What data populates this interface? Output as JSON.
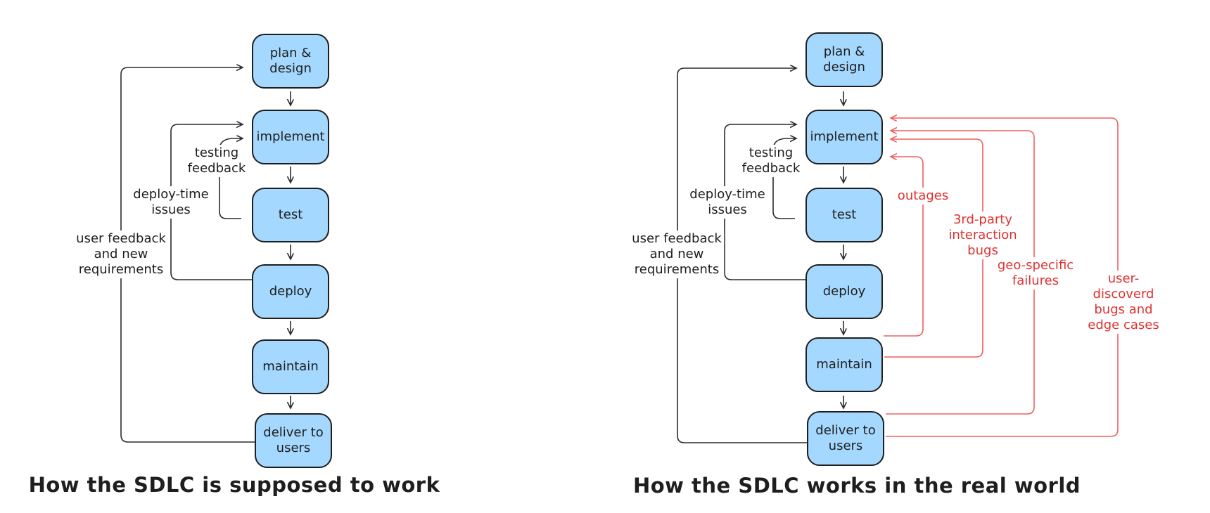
{
  "left_diagram": {
    "caption": "How the SDLC is supposed to work",
    "nodes": {
      "plan": "plan & design",
      "implement": "implement",
      "test": "test",
      "deploy": "deploy",
      "maintain": "maintain",
      "deliver": "deliver to users"
    },
    "edge_labels": {
      "testing_feedback": "testing\nfeedback",
      "deploy_time_issues": "deploy-time\nissues",
      "user_feedback": "user feedback\nand new\nrequirements"
    }
  },
  "right_diagram": {
    "caption": "How the SDLC works in the real world",
    "nodes": {
      "plan": "plan & design",
      "implement": "implement",
      "test": "test",
      "deploy": "deploy",
      "maintain": "maintain",
      "deliver": "deliver to users"
    },
    "edge_labels": {
      "testing_feedback": "testing\nfeedback",
      "deploy_time_issues": "deploy-time\nissues",
      "user_feedback": "user feedback\nand new\nrequirements"
    },
    "failure_labels": {
      "outages": "outages",
      "third_party": "3rd-party\ninteraction\nbugs",
      "geo_specific": "geo-specific\nfailures",
      "user_discovered": "user-discoverd\nbugs and edge cases"
    }
  },
  "colors": {
    "background": "#ffffff",
    "node_fill": "#a5d8ff",
    "node_border": "#1e1e1e",
    "flow_stroke": "#2b2b2b",
    "failure_stroke": "#f15e5e",
    "failure_text": "#e03131",
    "text": "#1e1e1e"
  }
}
